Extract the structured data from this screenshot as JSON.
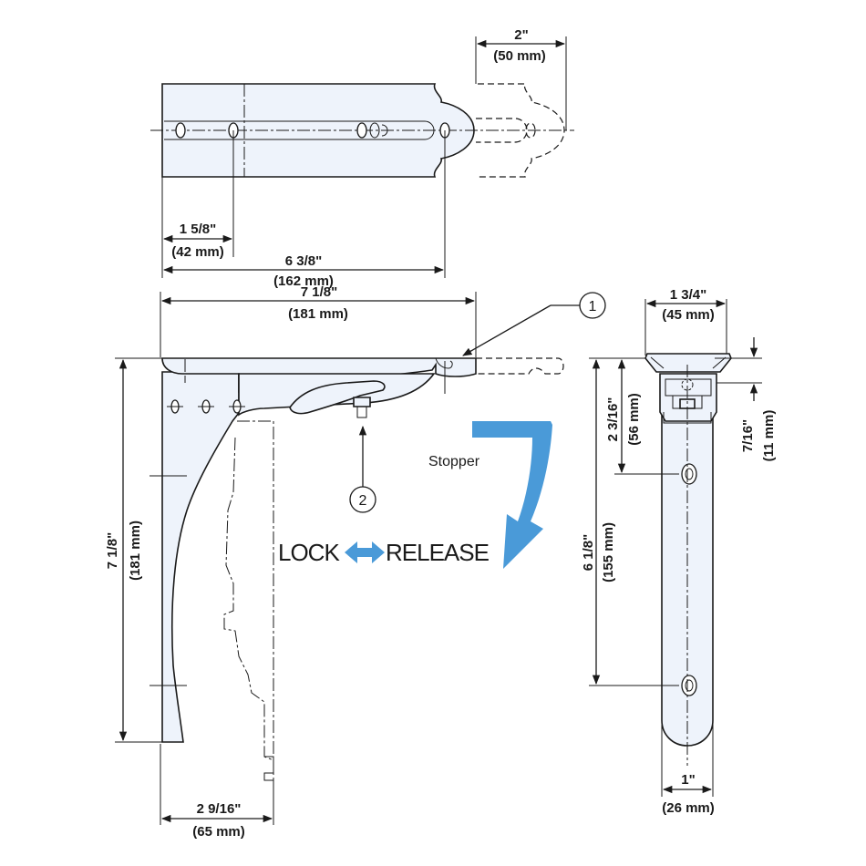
{
  "callouts": {
    "one": "1",
    "two": "2"
  },
  "labels": {
    "stopper": "Stopper",
    "lock": "LOCK",
    "release": "RELEASE"
  },
  "dimensions": {
    "top_travel_in": "2\"",
    "top_travel_mm": "(50 mm)",
    "first_hole_in": "1 5/8\"",
    "first_hole_mm": "(42 mm)",
    "hole_span_in": "6 3/8\"",
    "hole_span_mm": "(162 mm)",
    "arm_length_in": "7 1/8\"",
    "arm_length_mm": "(181 mm)",
    "height_in": "7 1/8\"",
    "height_mm": "(181 mm)",
    "base_depth_in": "2 9/16\"",
    "base_depth_mm": "(65 mm)",
    "side_width_in": "1 3/4\"",
    "side_width_mm": "(45 mm)",
    "side_top_hole_in": "2 3/16\"",
    "side_top_hole_mm": "(56 mm)",
    "side_hole_span_in": "6 1/8\"",
    "side_hole_span_mm": "(155 mm)",
    "side_thickness_in": "7/16\"",
    "side_thickness_mm": "(11 mm)",
    "side_bar_width_in": "1\"",
    "side_bar_width_mm": "(26 mm)"
  },
  "colors": {
    "part_fill": "#eef3fb",
    "arrow_blue": "#4a9ad8",
    "line": "#1a1a1a"
  }
}
